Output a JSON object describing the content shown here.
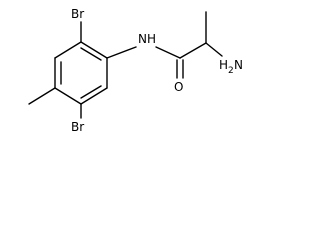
{
  "molecule": {
    "atoms": {
      "br_top": "Br",
      "br_bottom": "Br",
      "nh": "N",
      "nh_h": "H",
      "nh2": "H",
      "nh2_sub": "2",
      "nh2_n": "N",
      "oxygen": "O"
    }
  }
}
